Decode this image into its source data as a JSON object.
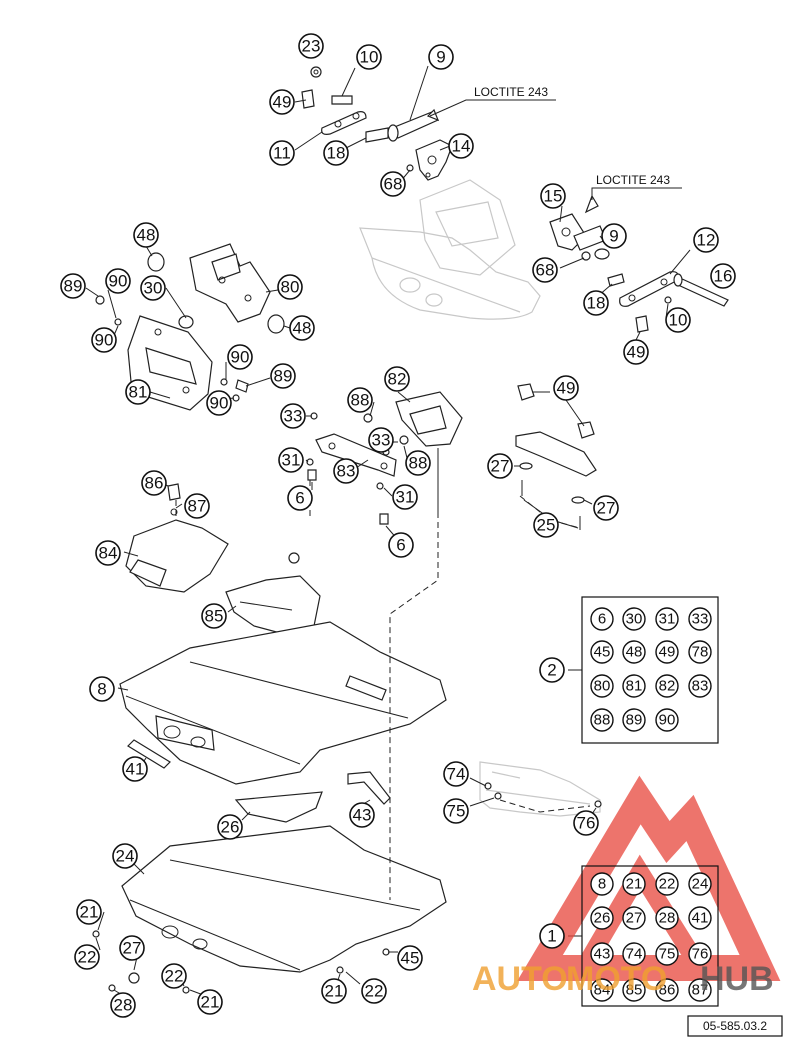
{
  "diagram": {
    "callouts": [
      "23",
      "10",
      "9",
      "49",
      "11",
      "18",
      "14",
      "68",
      "15",
      "12",
      "16",
      "48",
      "89",
      "90",
      "30",
      "80",
      "90",
      "48",
      "90",
      "89",
      "81",
      "90",
      "82",
      "49",
      "88",
      "33",
      "33",
      "88",
      "83",
      "31",
      "6",
      "31",
      "6",
      "27",
      "27",
      "25",
      "86",
      "87",
      "84",
      "85",
      "8",
      "41",
      "43",
      "26",
      "24",
      "74",
      "75",
      "76",
      "21",
      "22",
      "27",
      "45",
      "22",
      "21",
      "28",
      "21",
      "22",
      "2",
      "1"
    ],
    "notes": {
      "loctite_a": "LOCTITE 243",
      "loctite_b": "LOCTITE 243"
    },
    "kit_2": {
      "label": "2",
      "items": [
        "6",
        "30",
        "31",
        "33",
        "45",
        "48",
        "49",
        "78",
        "80",
        "81",
        "82",
        "83",
        "88",
        "89",
        "90"
      ]
    },
    "kit_1": {
      "label": "1",
      "items": [
        "8",
        "21",
        "22",
        "24",
        "26",
        "27",
        "28",
        "41",
        "43",
        "74",
        "75",
        "76",
        "84",
        "85",
        "86",
        "87"
      ]
    },
    "reference": "05-585.03.2",
    "watermark": {
      "text_a": "AUTO",
      "text_b": "MOTO",
      "text_c": "HUB",
      "color_red": "#e8463c",
      "color_orange": "#f0a030",
      "color_grey": "#555555"
    }
  }
}
